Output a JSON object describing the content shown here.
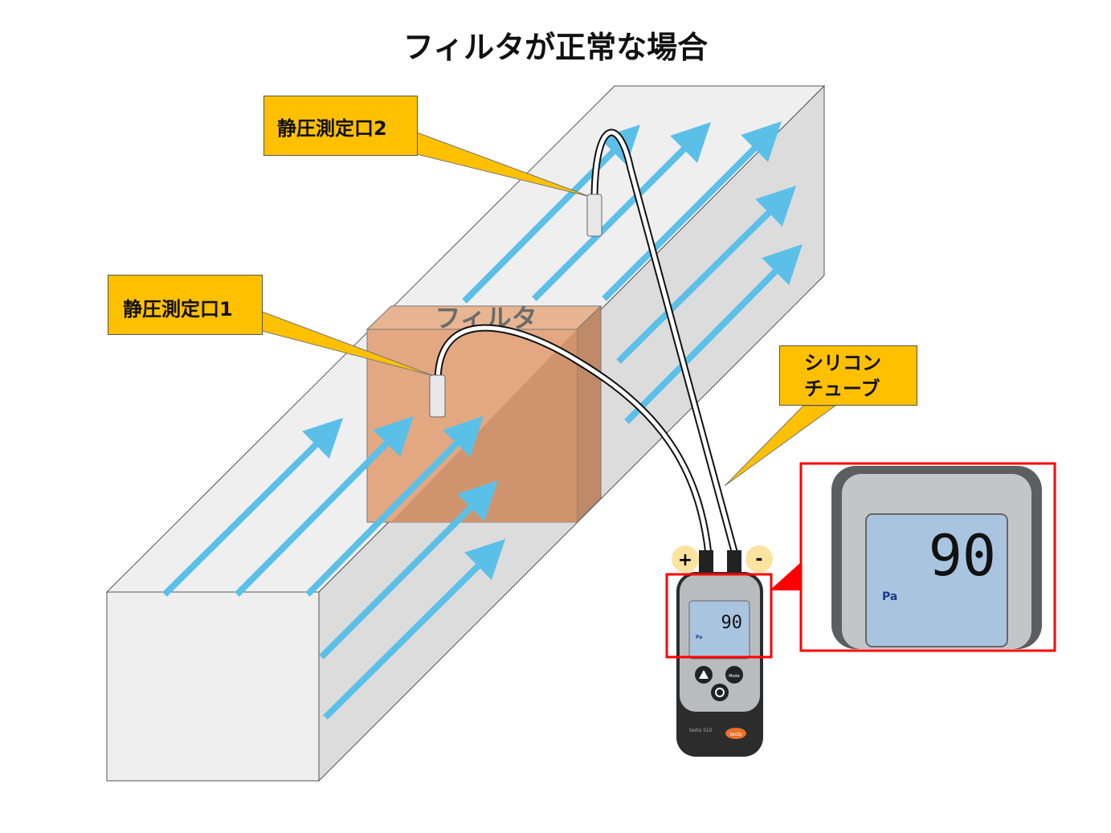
{
  "title": "フィルタが正常な場合",
  "labels": {
    "port2": "静圧測定口2",
    "port1": "静圧測定口1",
    "filter": "フィルタ",
    "tube_line1": "シリコン",
    "tube_line2": "チューブ"
  },
  "meter": {
    "reading": "90",
    "unit": "Pa",
    "plus": "+",
    "minus": "-",
    "mode_button": "Mode",
    "model": "testo 510",
    "brand": "testo"
  },
  "colors": {
    "callout": "#ffc000",
    "arrow": "#5bc0e8",
    "filter": "#e3a882",
    "highlight": "#ff0000"
  }
}
